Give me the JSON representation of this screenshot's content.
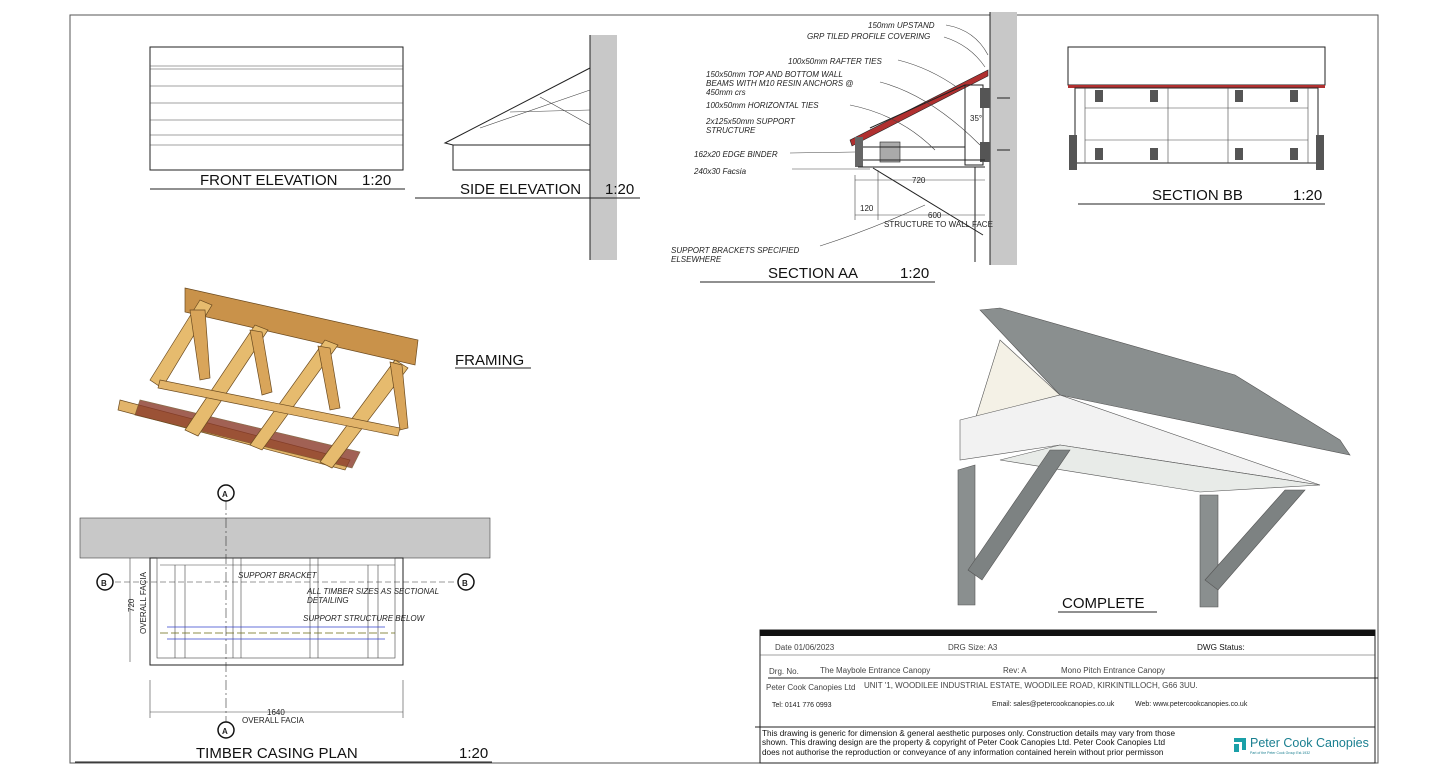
{
  "views": {
    "front_elevation": {
      "title": "FRONT ELEVATION",
      "scale": "1:20"
    },
    "side_elevation": {
      "title": "SIDE ELEVATION",
      "scale": "1:20"
    },
    "section_aa": {
      "title": "SECTION AA",
      "scale": "1:20",
      "notes": [
        "150mm UPSTAND",
        "GRP TILED PROFILE COVERING",
        "100x50mm RAFTER TIES",
        "150x50mm TOP AND BOTTOM WALL",
        "BEAMS WITH M10 RESIN ANCHORS @",
        "450mm crs",
        "100x50mm HORIZONTAL TIES",
        "2x125x50mm SUPPORT",
        "STRUCTURE",
        "162x20 EDGE BINDER",
        "240x30 Facsia",
        "SUPPORT BRACKETS SPECIFIED",
        "ELSEWHERE"
      ],
      "dims": {
        "depth": "720",
        "edge": "120",
        "structure": "600",
        "structure_label": "STRUCTURE TO WALL FACE",
        "angle": "35°"
      }
    },
    "section_bb": {
      "title": "SECTION BB",
      "scale": "1:20"
    },
    "framing": {
      "title": "FRAMING"
    },
    "complete": {
      "title": "COMPLETE"
    },
    "timber_plan": {
      "title": "TIMBER CASING PLAN",
      "scale": "1:20",
      "section_a": "A",
      "section_b": "B",
      "notes": [
        "SUPPORT BRACKET",
        "ALL TIMBER SIZES AS SECTIONAL",
        "DETAILING",
        "SUPPORT STRUCTURE BELOW"
      ],
      "dims": {
        "depth": "720",
        "depth_label": "OVERALL FACIA",
        "width": "1640",
        "width_label": "OVERALL FACIA"
      }
    }
  },
  "title_block": {
    "date": "Date 01/06/2023",
    "drg_size": "DRG Size: A3",
    "dwg_status": "DWG Status:",
    "drg_no_label": "Drg. No.",
    "drg_no": "The Maybole Entrance Canopy",
    "rev": "Rev: A",
    "description": "Mono Pitch Entrance Canopy",
    "company": "Peter Cook Canopies Ltd",
    "address": "UNIT '1, WOODILEE INDUSTRIAL ESTATE, WOODILEE ROAD, KIRKINTILLOCH, G66 3UU.",
    "tel": "Tel:  0141 776 0993",
    "email": "Email:  sales@petercookcanopies.co.uk",
    "web": "Web:  www.petercookcanopies.co.uk",
    "disclaimer": [
      "This drawing is generic for dimension & general aesthetic purposes only. Construction details may vary from those",
      "shown.  This drawing design are the property & copyright of Peter Cook Canopies Ltd.  Peter Cook Canopies Ltd",
      "does not authorise the reproduction or conveyance of any information contained herein without prior permisson"
    ],
    "logo_text": "Peter Cook Canopies",
    "logo_sub": "Part of the Peter Cook Group Est.1932"
  },
  "colors": {
    "wall": "#c8c8c8",
    "timber": "#d9a55a",
    "roof_red": "#b03030",
    "complete_grey": "#8a8f8f",
    "logo": "#1aa0a8"
  }
}
